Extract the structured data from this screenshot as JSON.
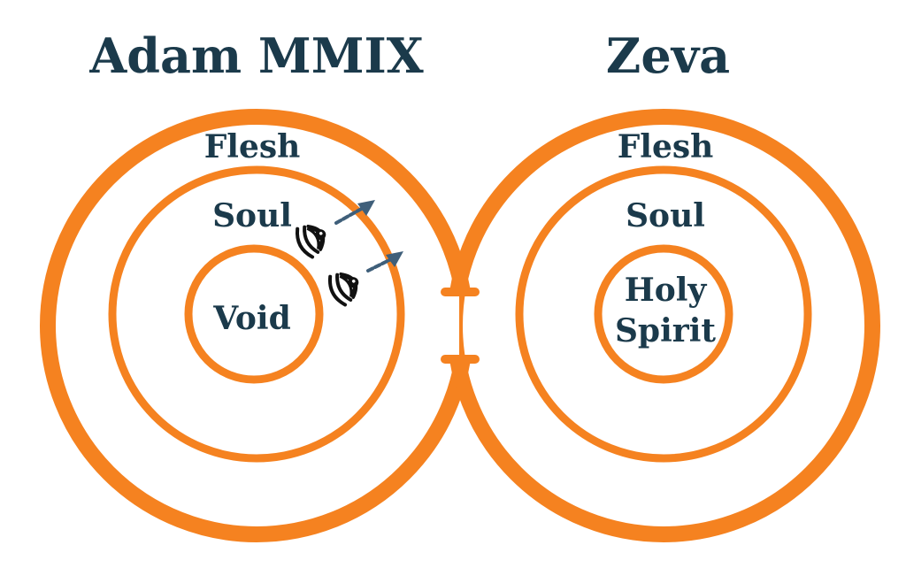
{
  "colors": {
    "ring": "#f58220",
    "text": "#1b3a4b",
    "arrow": "#3f5f7a",
    "eye": "#111111",
    "background": "#ffffff"
  },
  "left": {
    "title": "Adam MMIX",
    "outer_label": "Flesh",
    "middle_label": "Soul",
    "inner_label": "Void",
    "icons": [
      "eye-icon",
      "eye-icon"
    ]
  },
  "right": {
    "title": "Zeva",
    "outer_label": "Flesh",
    "middle_label": "Soul",
    "inner_label_line1": "Holy",
    "inner_label_line2": "Spirit"
  }
}
